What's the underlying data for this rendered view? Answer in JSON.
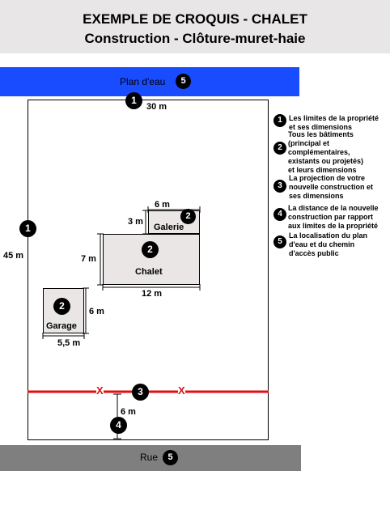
{
  "header": {
    "title": "EXEMPLE DE CROQUIS - CHALET",
    "subtitle": "Construction - Clôture-muret-haie"
  },
  "water": {
    "label": "Plan d'eau",
    "badge": "5"
  },
  "road": {
    "label": "Rue",
    "badge": "5"
  },
  "lot": {
    "width_label": "30 m",
    "depth_label": "45 m",
    "badge_top": "1",
    "badge_left": "1"
  },
  "galerie": {
    "name": "Galerie",
    "badge": "2",
    "width_label": "6 m",
    "depth_label": "3 m"
  },
  "chalet": {
    "name": "Chalet",
    "badge": "2",
    "width_label": "12 m",
    "depth_label": "7 m"
  },
  "garage": {
    "name": "Garage",
    "badge": "2",
    "width_label": "5,5 m",
    "depth_label": "6 m"
  },
  "fence": {
    "badge": "3",
    "marker_left": "X",
    "marker_right": "X"
  },
  "setback": {
    "badge": "4",
    "label": "6 m"
  },
  "legend": [
    {
      "num": "1",
      "text": [
        "Les limites de la propriété",
        "et ses dimensions"
      ]
    },
    {
      "num": "2",
      "text": [
        "Tous les bâtiments",
        "(principal et",
        "complémentaires,",
        "existants ou projetés)",
        "et leurs dimensions"
      ]
    },
    {
      "num": "3",
      "text": [
        "La projection de votre",
        "nouvelle construction et",
        "ses dimensions"
      ]
    },
    {
      "num": "4",
      "text": [
        "La distance de la nouvelle",
        "construction par rapport",
        "aux limites de la propriété"
      ]
    },
    {
      "num": "5",
      "text": [
        "La localisation du plan",
        "d'eau et du chemin",
        "d'accès public"
      ]
    }
  ],
  "colors": {
    "water": "#1a4cff",
    "road": "#7f7f7f",
    "fence": "#e01010",
    "building": "#eae6e6",
    "header": "#e8e6e6"
  }
}
